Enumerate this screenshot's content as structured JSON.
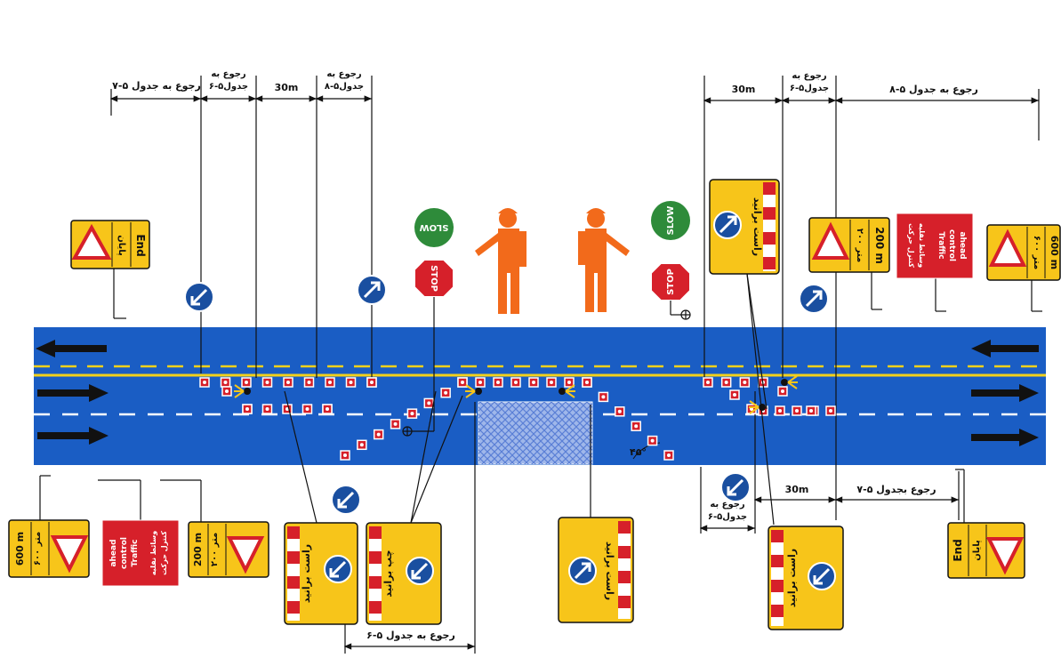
{
  "colors": {
    "road_blue": "#1a5dc4",
    "sign_yellow": "#f7c51a",
    "sign_red": "#d6202a",
    "worker_orange": "#f26a1b",
    "slow_green": "#2e8b3a",
    "mandatory_blue": "#1a4fa0",
    "median_yellow": "#f2d11b"
  },
  "dimensions": {
    "top_left": {
      "ref_7_5": "رجوع به جدول ۵-۷",
      "ref_6_5_a": "رجوع به",
      "ref_6_5_b": "جدول۵-۶",
      "dist_30m": "30m",
      "ref_8_5_a": "رجوع به",
      "ref_8_5_b": "جدول۵-۸"
    },
    "top_right": {
      "dist_30m": "30m",
      "ref_6_5_a": "رجوع به",
      "ref_6_5_b": "جدول۵-۶",
      "ref_8_5": "رجوع به جدول ۵-۸"
    },
    "bottom_right": {
      "ref_6_5_a": "رجوع به",
      "ref_6_5_b": "جدول۵-۶",
      "dist_30m": "30m",
      "ref_7_5": "رجوع بجدول ۵-۷"
    },
    "bottom_center": {
      "ref_6_5": "رجوع به جدول ۵-۶"
    },
    "angle": "۴۵°"
  },
  "signs": {
    "end": {
      "persian": "پایان",
      "english": "End",
      "icon": "men-at-work-icon"
    },
    "dist_200": {
      "persian": "۲۰۰ متر",
      "english": "200 m",
      "icon": "narrow-road-icon"
    },
    "dist_600": {
      "persian": "۶۰۰ متر",
      "english": "600 m",
      "icon": "men-at-work-icon"
    },
    "traffic_control": {
      "persian_1": "کنترل حرکت",
      "persian_2": "وسائط نقلیه",
      "english_1": "Traffic",
      "english_2": "control",
      "english_3": "ahead"
    },
    "keep_right": {
      "persian": "راست برانید",
      "icon": "keep-right-arrow-icon"
    },
    "keep_left": {
      "persian": "چپ برانید",
      "icon": "keep-left-arrow-icon"
    },
    "slow": "SLOW",
    "stop": "STOP"
  }
}
